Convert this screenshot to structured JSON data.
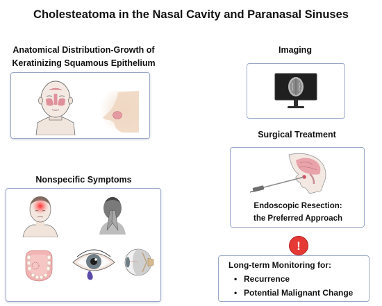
{
  "title": "Cholesteatoma in the Nasal Cavity and Paranasal Sinuses",
  "anatomy": {
    "heading_line1": "Anatomical Distribution-Growth of",
    "heading_line2": "Keratinizing Squamous Epithelium"
  },
  "symptoms": {
    "heading": "Nonspecific Symptoms"
  },
  "imaging": {
    "heading": "Imaging"
  },
  "surgery": {
    "heading": "Surgical Treatment",
    "caption_line1": "Endoscopic Resection:",
    "caption_line2": "the Preferred Approach"
  },
  "alert": {
    "symbol": "!",
    "color": "#e53935"
  },
  "monitoring": {
    "title": "Long-term Monitoring  for:",
    "items": [
      "Recurrence",
      "Potential Malignant Change"
    ]
  },
  "colors": {
    "panel_border": "#9aa8c6",
    "accent_red": "#e53935",
    "skin": "#eedfd4"
  },
  "icons": [
    "face-sinus-icon",
    "nose-lesion-icon",
    "headache-icon",
    "nasal-block-icon",
    "dental-icon",
    "eye-tear-icon",
    "eyeball-icon",
    "monitor-brain-icon",
    "endoscope-head-icon",
    "alert-icon"
  ]
}
